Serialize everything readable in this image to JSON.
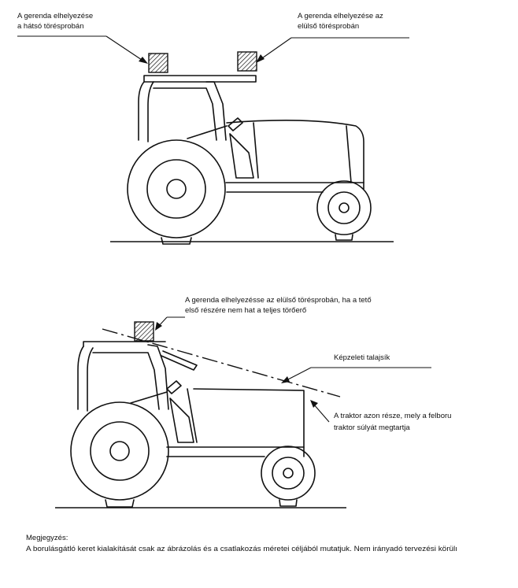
{
  "top_diagram": {
    "rear_label": [
      "A gerenda elhelyezése",
      "a hátsó törésprobán"
    ],
    "front_label": [
      "A gerenda elhelyezése az",
      "elülső törésprobán"
    ]
  },
  "bottom_diagram": {
    "front_beam_label": [
      "A gerenda elhelyezésse az elülső törésprobán, ha a tető",
      "első részére nem hat a teljes törőerő"
    ],
    "ground_label": "Képzeleti talajsík",
    "support_label": [
      "A traktor azon része, mely a felboru",
      "traktor súlyát megtartja"
    ]
  },
  "note": {
    "heading": "Megjegyzés:",
    "text": "A borulásgátló keret kialakítását csak az ábrázolás és a csatlakozás méretei céljából mutatjuk. Nem irányadó tervezési körülı"
  }
}
